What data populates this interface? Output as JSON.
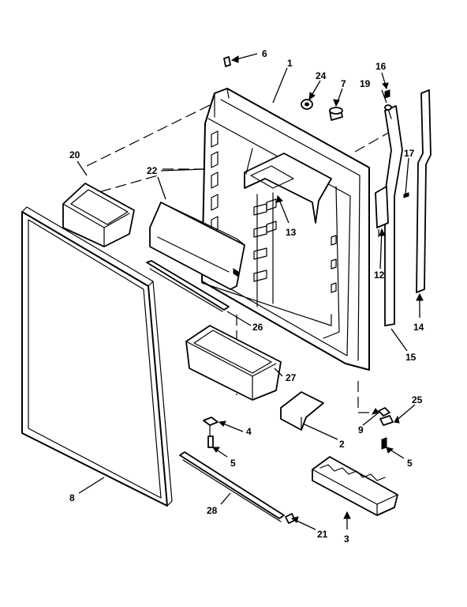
{
  "callouts": [
    {
      "id": "6",
      "text": "6"
    },
    {
      "id": "1",
      "text": "1"
    },
    {
      "id": "24",
      "text": "24"
    },
    {
      "id": "7",
      "text": "7"
    },
    {
      "id": "16",
      "text": "16"
    },
    {
      "id": "19",
      "text": "19"
    },
    {
      "id": "20",
      "text": "20"
    },
    {
      "id": "22",
      "text": "22"
    },
    {
      "id": "17",
      "text": "17"
    },
    {
      "id": "13",
      "text": "13"
    },
    {
      "id": "12",
      "text": "12"
    },
    {
      "id": "14",
      "text": "14"
    },
    {
      "id": "26",
      "text": "26"
    },
    {
      "id": "15",
      "text": "15"
    },
    {
      "id": "27",
      "text": "27"
    },
    {
      "id": "25",
      "text": "25"
    },
    {
      "id": "9",
      "text": "9"
    },
    {
      "id": "4",
      "text": "4"
    },
    {
      "id": "2",
      "text": "2"
    },
    {
      "id": "5a",
      "text": "5"
    },
    {
      "id": "5b",
      "text": "5"
    },
    {
      "id": "8",
      "text": "8"
    },
    {
      "id": "28",
      "text": "28"
    },
    {
      "id": "21",
      "text": "21"
    },
    {
      "id": "3",
      "text": "3"
    }
  ]
}
